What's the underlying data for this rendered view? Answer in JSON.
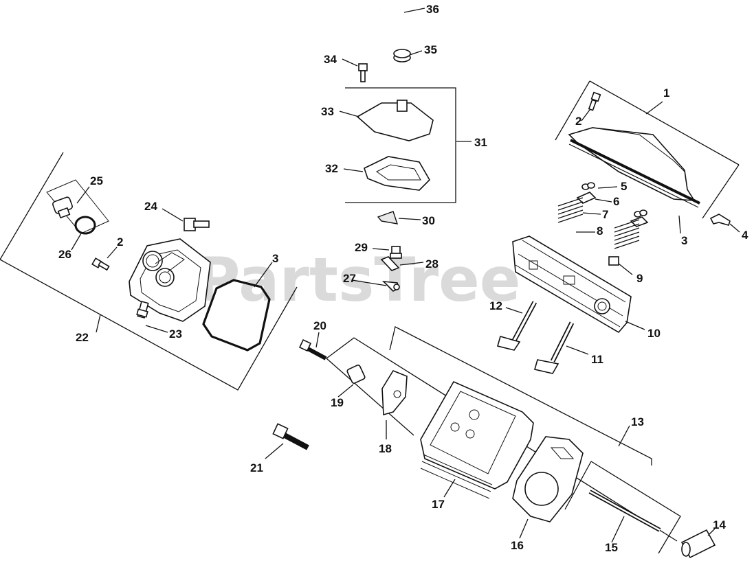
{
  "watermark": "PartsTree",
  "callouts": {
    "c1": "1",
    "c2a": "2",
    "c2b": "2",
    "c3a": "3",
    "c3b": "3",
    "c4": "4",
    "c5": "5",
    "c6": "6",
    "c7": "7",
    "c8": "8",
    "c9": "9",
    "c10": "10",
    "c11": "11",
    "c12": "12",
    "c13": "13",
    "c14": "14",
    "c15": "15",
    "c16": "16",
    "c17": "17",
    "c18": "18",
    "c19": "19",
    "c20": "20",
    "c21": "21",
    "c22": "22",
    "c23": "23",
    "c24": "24",
    "c25": "25",
    "c26": "26",
    "c27": "27",
    "c28": "28",
    "c29": "29",
    "c30": "30",
    "c31": "31",
    "c32": "32",
    "c33": "33",
    "c34": "34",
    "c35": "35",
    "c36": "36"
  }
}
